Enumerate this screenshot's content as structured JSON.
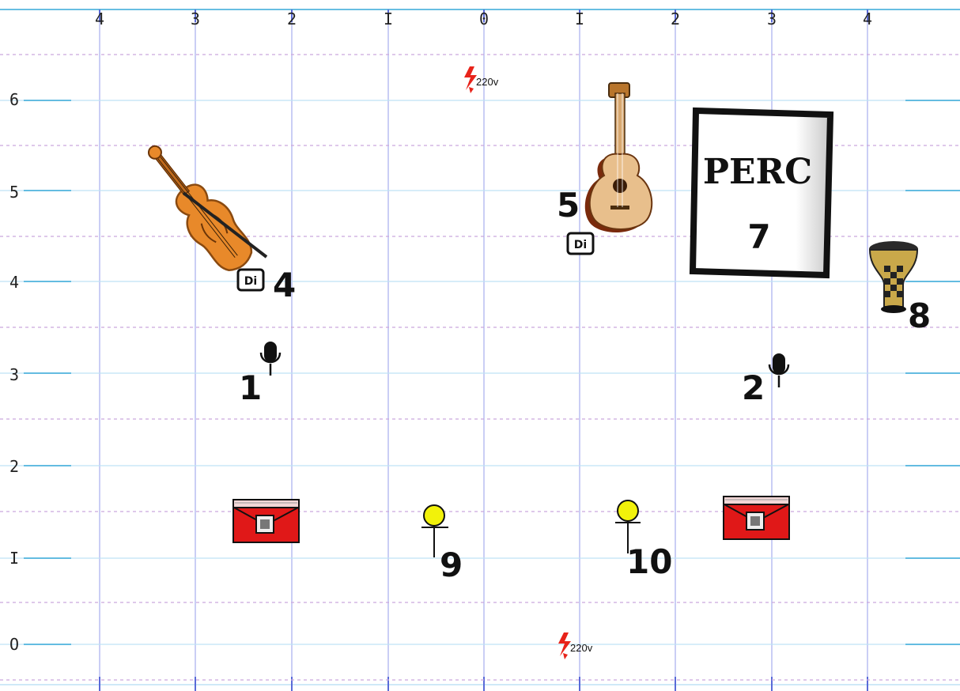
{
  "x_ticks": [
    "4",
    "3",
    "2",
    "I",
    "0",
    "I",
    "2",
    "3",
    "4"
  ],
  "y_ticks": [
    "6",
    "5",
    "4",
    "3",
    "2",
    "I",
    "O"
  ],
  "power": [
    {
      "label": "220v"
    },
    {
      "label": "220v"
    }
  ],
  "labels": {
    "mic_1": "1",
    "mic_2": "2",
    "violin": "4",
    "guitar": "5",
    "perc": "7",
    "darbuka": "8",
    "mon_9": "9",
    "mon_10": "10"
  },
  "di_boxes": [
    {
      "label": "Di"
    },
    {
      "label": "Di"
    }
  ],
  "perc_text": "PERC",
  "colors": {
    "grid_vertical": "#b9bdf2",
    "grid_horizontal": "#bfe2f5",
    "dashed_lines": "#c9a6dd",
    "axis_blue": "#36a8d8",
    "amp_red": "#e01818",
    "monitor_yellow": "#f2f20a",
    "power_red": "#e8231a",
    "instrument_orange": "#e8892a"
  },
  "icons": {
    "mic": "microphone-icon",
    "amp": "amplifier-icon",
    "monitor": "stand-light-icon",
    "power": "power-outlet-icon",
    "di": "di-box-icon",
    "violin": "violin-icon",
    "guitar": "acoustic-guitar-icon",
    "darbuka": "darbuka-drum-icon"
  }
}
